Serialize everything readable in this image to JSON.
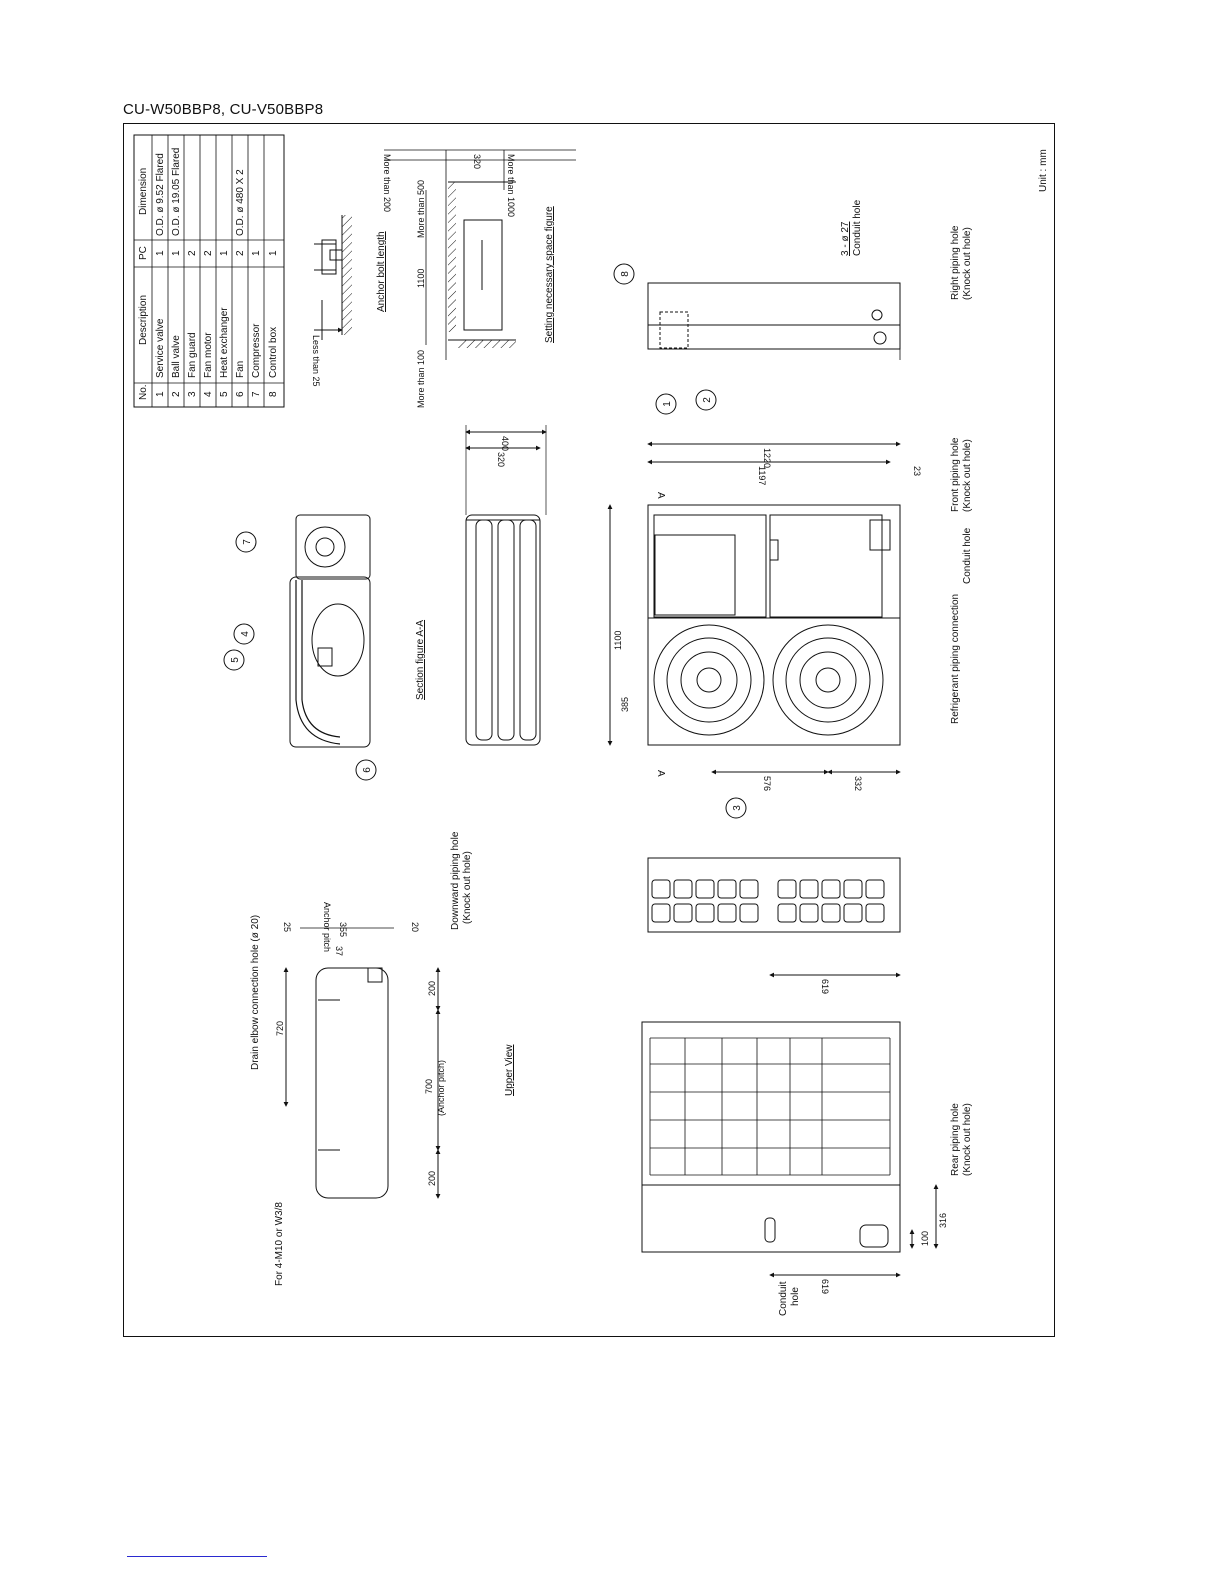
{
  "page": {
    "title": "CU-W50BBP8, CU-V50BBP8"
  },
  "parts_table": {
    "headers": [
      "No.",
      "Description",
      "PC",
      "Dimension"
    ],
    "rows": [
      {
        "no": "1",
        "description": "Service valve",
        "pc": "1",
        "dimension": "O.D. ø 9.52 Flared"
      },
      {
        "no": "2",
        "description": "Ball valve",
        "pc": "1",
        "dimension": "O.D. ø 19.05 Flared"
      },
      {
        "no": "3",
        "description": "Fan guard",
        "pc": "2",
        "dimension": ""
      },
      {
        "no": "4",
        "description": "Fan motor",
        "pc": "2",
        "dimension": ""
      },
      {
        "no": "5",
        "description": "Heat exchanger",
        "pc": "1",
        "dimension": ""
      },
      {
        "no": "6",
        "description": "Fan",
        "pc": "2",
        "dimension": "O.D. ø 480 X 2"
      },
      {
        "no": "7",
        "description": "Compressor",
        "pc": "1",
        "dimension": ""
      },
      {
        "no": "8",
        "description": "Control box",
        "pc": "1",
        "dimension": ""
      }
    ]
  },
  "unit_label": "Unit : mm",
  "anchor_bolt": {
    "title": "Anchor bolt length",
    "less_than": "Less than 25"
  },
  "space_figure": {
    "title": "Setting necessary space figure",
    "top": [
      "More than 200",
      "320",
      "More than 1000"
    ],
    "side": [
      "More than 500",
      "1100",
      "More than 100"
    ]
  },
  "section": {
    "title": "Section figure A-A",
    "dims": [
      "400",
      "320"
    ]
  },
  "front_view": {
    "dims": [
      "1220",
      "1197",
      "23",
      "1100",
      "385",
      "576",
      "332"
    ],
    "section_mark": "A",
    "labels": {
      "front_piping": "Front piping hole",
      "front_piping_sub": "(Knock out hole)",
      "conduit": "Conduit hole",
      "refrigerant": "Refrigerant piping connection"
    }
  },
  "right_side": {
    "conduit": "3 - ø 27",
    "conduit_sub": "Conduit hole",
    "piping": "Right piping hole",
    "piping_sub": "(Knock out hole)"
  },
  "upper_view": {
    "title": "Upper View",
    "dims": [
      "720",
      "200",
      "700",
      "(Anchor pitch)",
      "200",
      "25",
      "355",
      "20",
      "37",
      "Anchor pitch"
    ],
    "drain": "Drain elbow connection hole (ø 20)",
    "bolt": "For 4-M10 or W3/8",
    "downward": "Downward piping hole",
    "downward_sub": "(Knock out hole)"
  },
  "rear_view": {
    "dims": [
      "619"
    ]
  },
  "back_view": {
    "dims": [
      "619",
      "316",
      "100"
    ],
    "rear_piping": "Rear piping hole",
    "rear_piping_sub": "(Knock out hole)",
    "conduit": "Conduit",
    "conduit_2": "hole"
  },
  "callouts": [
    "1",
    "2",
    "3",
    "4",
    "5",
    "6",
    "7",
    "8"
  ]
}
